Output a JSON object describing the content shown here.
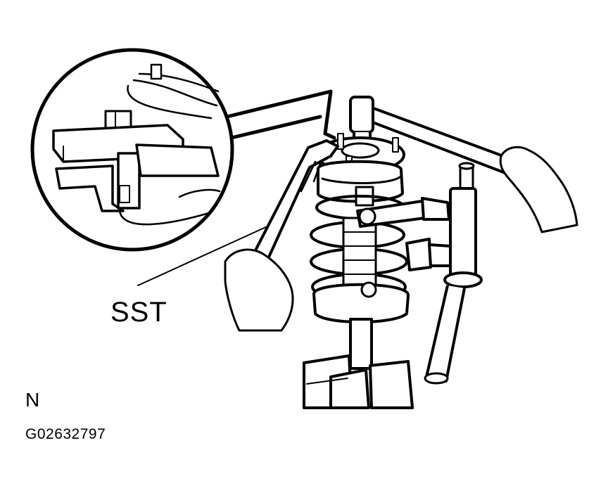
{
  "figure": {
    "callout_label": "SST",
    "view_label": "N",
    "figure_code": "G02632797",
    "colors": {
      "line": "#000000",
      "background": "#ffffff"
    },
    "components": [
      "detail-magnifier-circle",
      "spring-compressor-clamp",
      "strut-assembly",
      "coil-spring",
      "shock-absorber",
      "spring-compressor-tool",
      "socket-wrench",
      "torque-wrench-bar",
      "left-hand",
      "right-hand",
      "vise-mount"
    ]
  }
}
